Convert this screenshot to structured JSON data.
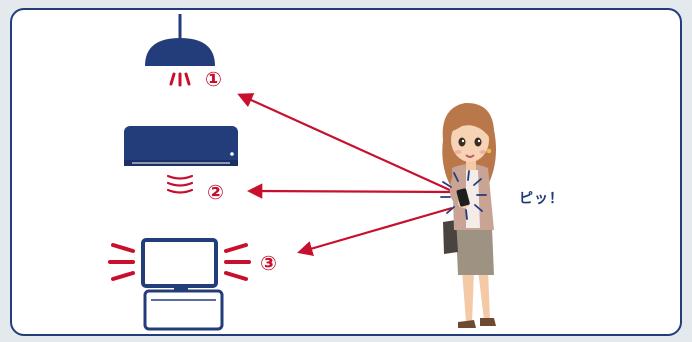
{
  "labels": {
    "light": "①",
    "aircon": "②",
    "tv": "③"
  },
  "speech": "ピッ！",
  "icons": [
    "ceiling-light-icon",
    "air-conditioner-icon",
    "television-icon",
    "woman-with-remote-figure"
  ],
  "colors": {
    "navy": "#233d7b",
    "red": "#c8102e",
    "frame": "#233d7b"
  }
}
